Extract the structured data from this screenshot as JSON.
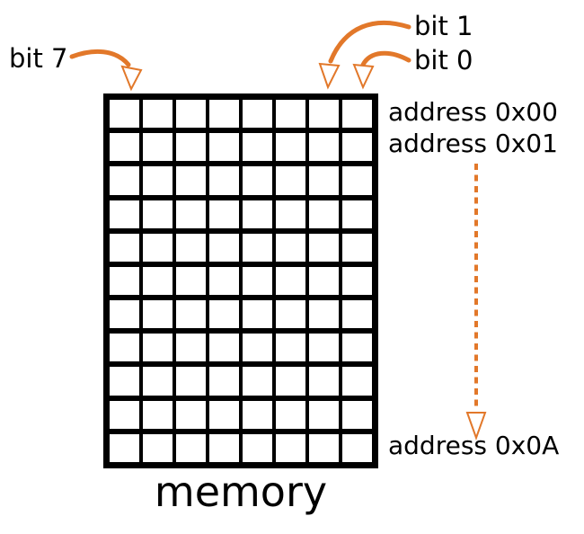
{
  "colors": {
    "accent_orange": "#E2782A",
    "grid_line": "#000000",
    "background": "#FFFFFF",
    "text": "#000000"
  },
  "diagram": {
    "title": "memory",
    "bit_labels": {
      "bit7": "bit 7",
      "bit1": "bit 1",
      "bit0": "bit 0"
    },
    "address_labels": {
      "first": "address 0x00",
      "second": "address 0x01",
      "last": "address 0x0A"
    },
    "grid": {
      "rows": 11,
      "cols": 8,
      "rows_meaning": "memory addresses 0x00 through 0x0A",
      "cols_meaning": "bits 7 (leftmost) down to 0 (rightmost)"
    },
    "arrows": [
      {
        "name": "bit7-arrow",
        "style": "solid",
        "from": "bit 7 label",
        "to": "leftmost column (bit 7)"
      },
      {
        "name": "bit1-arrow",
        "style": "solid",
        "from": "bit 1 label",
        "to": "second-from-right column (bit 1)"
      },
      {
        "name": "bit0-arrow",
        "style": "solid",
        "from": "bit 0 label",
        "to": "rightmost column (bit 0)"
      },
      {
        "name": "address-range-arrow",
        "style": "dashed",
        "from": "address 0x01",
        "to": "address 0x0A"
      }
    ]
  }
}
